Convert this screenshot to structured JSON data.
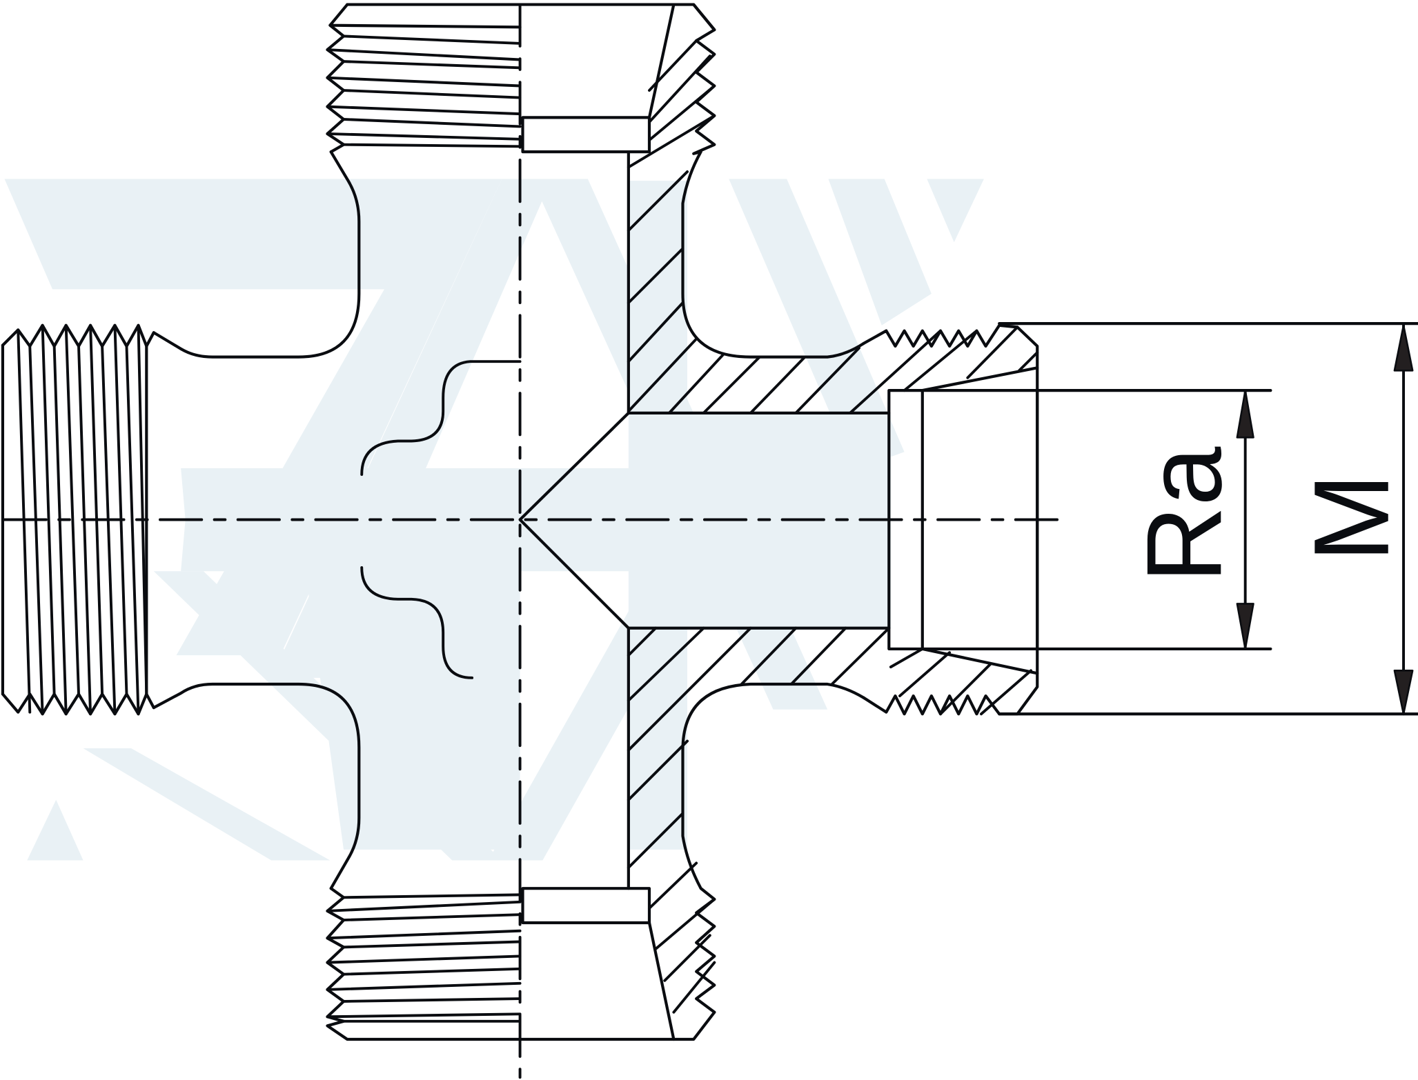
{
  "drawing": {
    "subject": "Cross fitting (4-way) technical section drawing",
    "dimension_labels": {
      "inner": "Ra",
      "outer": "M"
    }
  },
  "colors": {
    "line": "#0a0c10",
    "watermark": "#e9f1f5",
    "arrow_fill": "#231f20",
    "background": "#ffffff"
  }
}
